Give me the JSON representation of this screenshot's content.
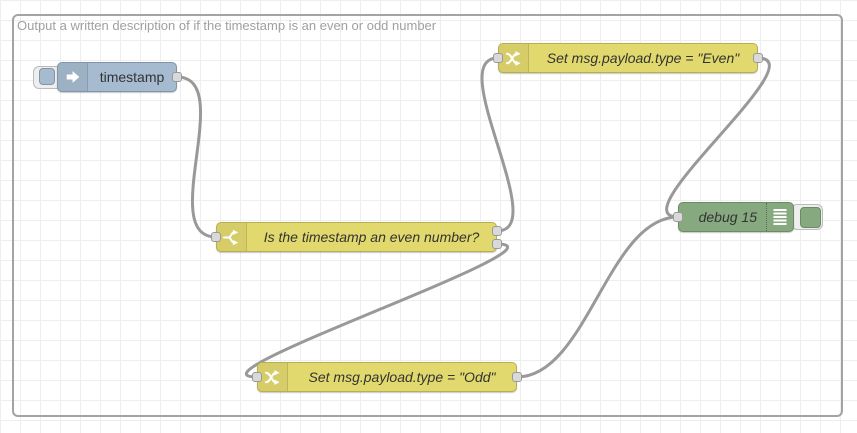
{
  "group": {
    "label": "Output a written description of if the timestamp is an even or odd number"
  },
  "nodes": {
    "inject": {
      "label": "timestamp",
      "type": "inject"
    },
    "switch": {
      "label": "Is the timestamp an even number?",
      "type": "switch"
    },
    "change_even": {
      "label": "Set msg.payload.type = \"Even\"",
      "type": "change"
    },
    "change_odd": {
      "label": "Set msg.payload.type = \"Odd\"",
      "type": "change"
    },
    "debug": {
      "label": "debug 15",
      "type": "debug"
    }
  },
  "icons": {
    "inject": "inject-arrow-icon",
    "switch": "switch-fork-icon",
    "change": "change-shuffle-icon",
    "debug": "debug-list-icon"
  },
  "colors": {
    "inject_fill": "#a6bbcf",
    "inject_border": "#8195a8",
    "function_fill": "#e2d96e",
    "function_border": "#b8af52",
    "debug_fill": "#87a980",
    "debug_border": "#6d8a66",
    "wire": "#999999",
    "port_fill": "#d9d9d9",
    "port_border": "#999999",
    "grid": "#eeeeee",
    "group_border": "#a3a3a3",
    "group_label_text": "#a0a0a0",
    "label_text": "#333333"
  }
}
